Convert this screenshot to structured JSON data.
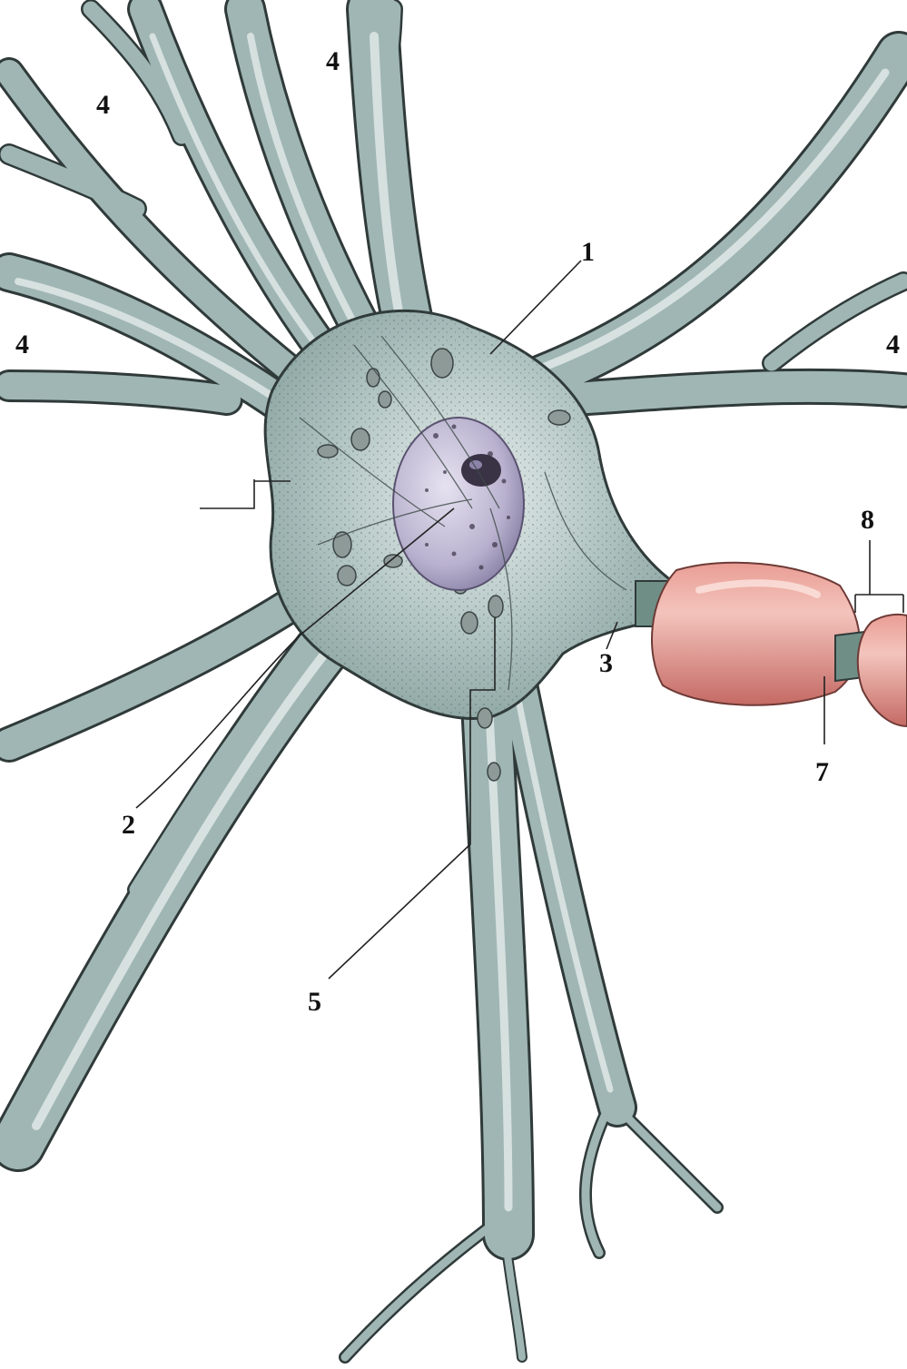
{
  "labels": {
    "cell_body": "1",
    "nissl_substance": "2",
    "axon_hillock": "3",
    "dendrites": "4",
    "neurofibrils": "5",
    "node_of_ranvier": "7",
    "myelin_segment": "8"
  },
  "colors": {
    "cytoplasm": "#9fb6b4",
    "cytoplasm_highlight": "#e9efee",
    "cytoplasm_shadow": "#55706e",
    "nucleus": "#b9b2cf",
    "nucleolus": "#3a3346",
    "myelin": "#d9807a",
    "myelin_highlight": "#f3c4bc",
    "axon": "#6f8f86",
    "outline": "#2f3a39"
  }
}
